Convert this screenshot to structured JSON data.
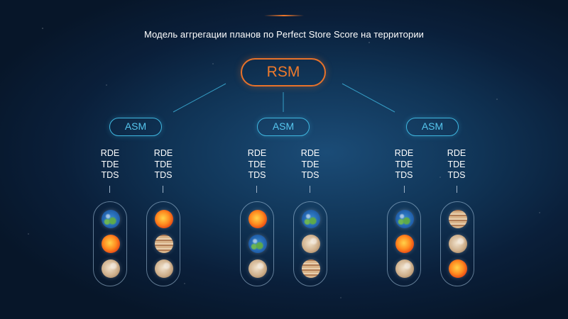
{
  "title": "Модель аггрегации планов по Perfect Store Score на территории",
  "root": {
    "label": "RSM"
  },
  "asm": [
    {
      "label": "ASM",
      "groups": [
        {
          "roles": [
            "RDE",
            "TDE",
            "TDS"
          ],
          "planets": [
            "earth-icon",
            "sun-icon",
            "moon-icon"
          ]
        },
        {
          "roles": [
            "RDE",
            "TDE",
            "TDS"
          ],
          "planets": [
            "sun-icon",
            "jupiter-icon",
            "moon-icon"
          ]
        }
      ]
    },
    {
      "label": "ASM",
      "groups": [
        {
          "roles": [
            "RDE",
            "TDE",
            "TDS"
          ],
          "planets": [
            "sun-icon",
            "earth-icon",
            "moon-icon"
          ]
        },
        {
          "roles": [
            "RDE",
            "TDE",
            "TDS"
          ],
          "planets": [
            "earth-icon",
            "moon-icon",
            "jupiter-icon"
          ]
        }
      ]
    },
    {
      "label": "ASM",
      "groups": [
        {
          "roles": [
            "RDE",
            "TDE",
            "TDS"
          ],
          "planets": [
            "earth-icon",
            "sun-icon",
            "moon-icon"
          ]
        },
        {
          "roles": [
            "RDE",
            "TDE",
            "TDS"
          ],
          "planets": [
            "jupiter-icon",
            "moon-icon",
            "sun-icon"
          ]
        }
      ]
    }
  ],
  "colors": {
    "rsm": "#e8722a",
    "asm": "#3fb7e0",
    "text": "#ffffff"
  }
}
